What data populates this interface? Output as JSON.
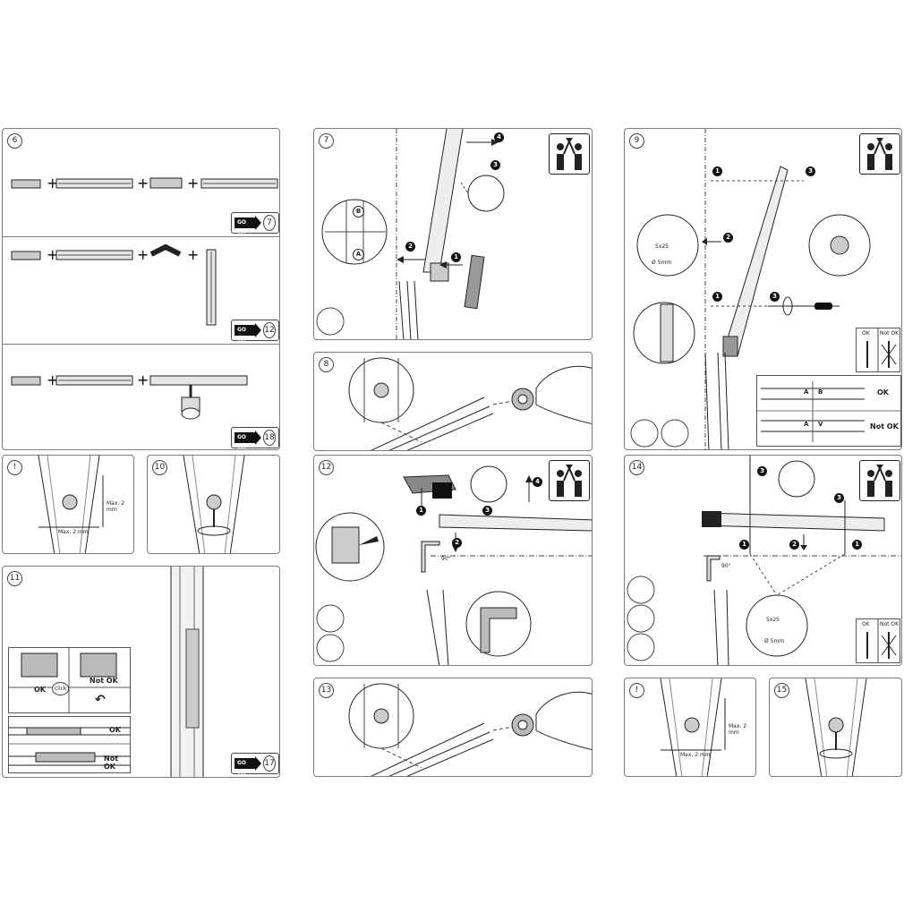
{
  "steps": {
    "s6": "6",
    "s7": "7",
    "s8": "8",
    "s9": "9",
    "s10": "10",
    "s11": "11",
    "s12": "12",
    "s13": "13",
    "s14": "14",
    "s15": "15",
    "warn_a": "!",
    "warn_b": "!"
  },
  "goto": {
    "label": "GO TO",
    "t1": "7",
    "t2": "12",
    "t3": "18",
    "t4": "17"
  },
  "measure": {
    "max_vertical": "Max. 2 mm",
    "max_horizontal": "Max. 2 mm"
  },
  "callouts": {
    "one": "1",
    "two": "2",
    "three": "3",
    "four": "4"
  },
  "letters": {
    "a": "A",
    "b": "B",
    "v": "V"
  },
  "status": {
    "ok": "OK",
    "not_ok": "Not OK",
    "click": "click"
  },
  "angle": {
    "deg": "90°"
  },
  "hardware": {
    "screw": "5x25",
    "drill": "Ø 5mm"
  },
  "colors": {
    "line": "#222222",
    "fill": "#b9b9b9",
    "border": "#7a7a7a"
  }
}
